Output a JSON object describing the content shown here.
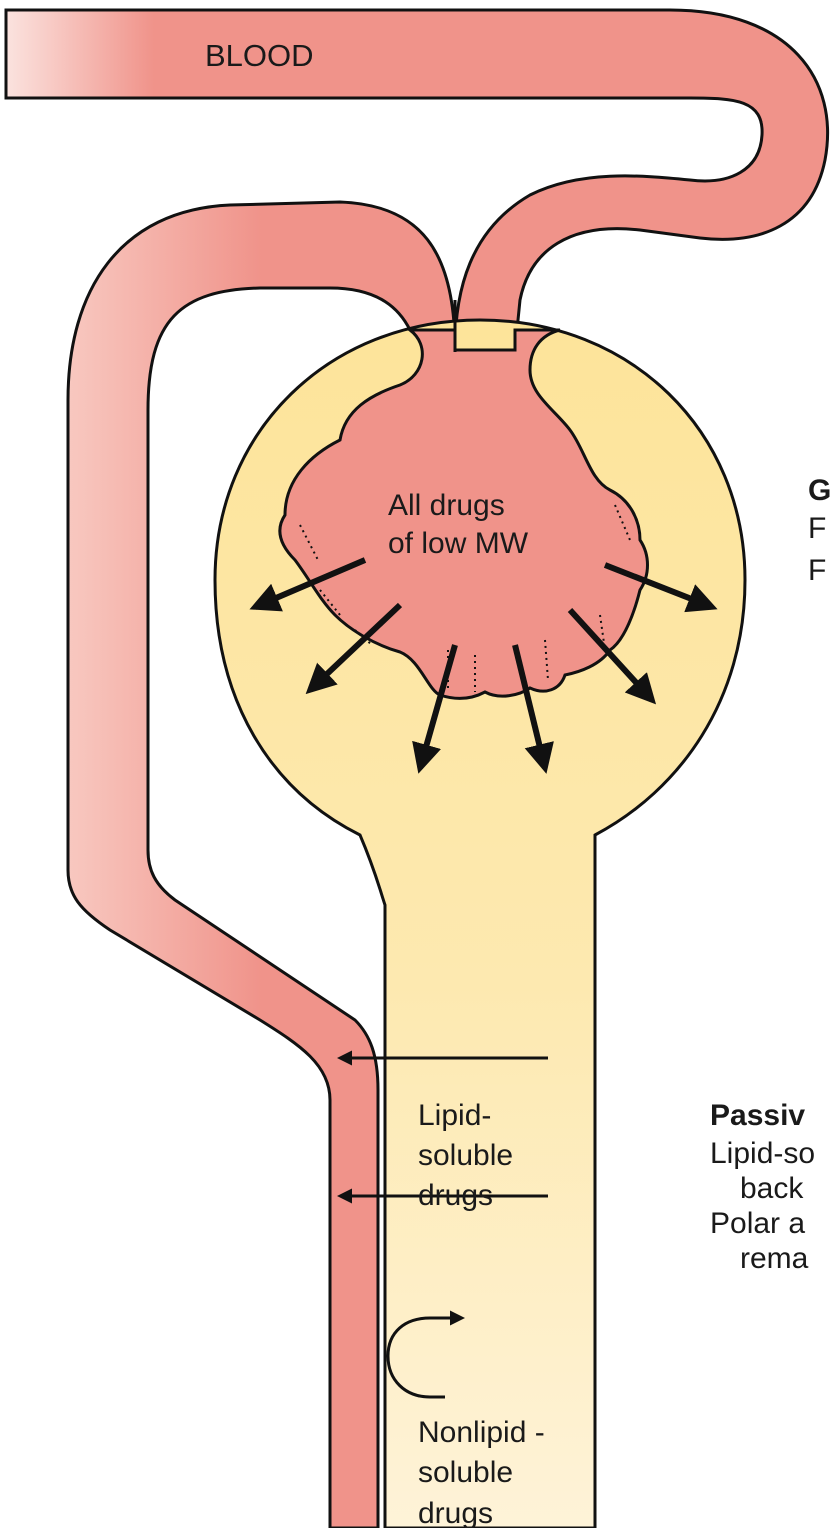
{
  "labels": {
    "blood": "BLOOD",
    "glomerulus_drugs_line1": "All drugs",
    "glomerulus_drugs_line2": "of low MW",
    "lipid_line1": "Lipid-",
    "lipid_line2": "soluble",
    "lipid_line3": "drugs",
    "nonlipid_line1": "Nonlipid -",
    "nonlipid_line2": "soluble",
    "nonlipid_line3": "drugs"
  },
  "side_text": {
    "glom_title_fragment": "G",
    "glom_line1_fragment": "F",
    "glom_line2_fragment": "F",
    "passive_title_fragment": "Passiv",
    "passive_line1_fragment": "Lipid-so",
    "passive_line2_fragment": "back",
    "passive_line3_fragment": "Polar a",
    "passive_line4_fragment": "rema"
  },
  "colors": {
    "blood_vessel": "#f0938a",
    "blood_vessel_light": "#fbe3df",
    "capsule": "#fde49a",
    "tubule_top": "#fde49a",
    "tubule_bottom": "#fef3d8",
    "outline": "#111111"
  }
}
